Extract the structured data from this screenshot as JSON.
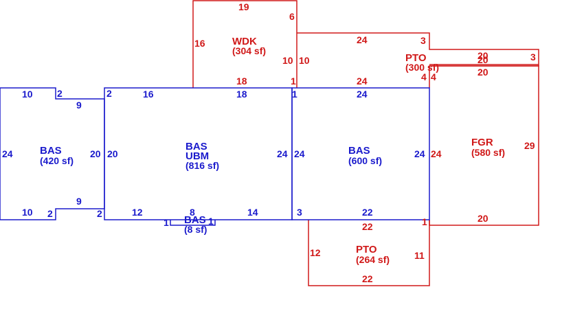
{
  "colors": {
    "living": "#1a1acc",
    "other": "#d01818",
    "background": "#ffffff"
  },
  "areas": [
    {
      "id": "bas-left",
      "name": "BAS",
      "area": "(420 sf)",
      "color": "living",
      "dims": [
        "10",
        "2",
        "9",
        "24",
        "20",
        "10",
        "2",
        "9",
        "2"
      ]
    },
    {
      "id": "bas-ubm",
      "name": "BAS",
      "sub": "UBM",
      "area": "(816 sf)",
      "color": "living",
      "dims": [
        "2",
        "16",
        "18",
        "20",
        "24",
        "12",
        "8",
        "14"
      ]
    },
    {
      "id": "bas-right",
      "name": "BAS",
      "area": "(600 sf)",
      "color": "living",
      "dims": [
        "1",
        "24",
        "24",
        "24",
        "3",
        "22"
      ]
    },
    {
      "id": "bas-small",
      "name": "BAS",
      "area": "(8 sf)",
      "color": "living",
      "dims": [
        "1",
        "1"
      ]
    },
    {
      "id": "wdk",
      "name": "WDK",
      "area": "(304 sf)",
      "color": "other",
      "dims": [
        "19",
        "6",
        "16",
        "10",
        "18",
        "1"
      ]
    },
    {
      "id": "pto-top",
      "name": "PTO",
      "area": "(300 sf)",
      "color": "other",
      "dims": [
        "24",
        "3",
        "10",
        "24",
        "4",
        "4"
      ]
    },
    {
      "id": "fgr",
      "name": "FGR",
      "area": "(580 sf)",
      "color": "other",
      "dims": [
        "20",
        "20",
        "3",
        "20",
        "29",
        "24",
        "20",
        "1"
      ]
    },
    {
      "id": "pto-bottom",
      "name": "PTO",
      "area": "(264 sf)",
      "color": "other",
      "dims": [
        "22",
        "12",
        "11",
        "22"
      ]
    }
  ]
}
